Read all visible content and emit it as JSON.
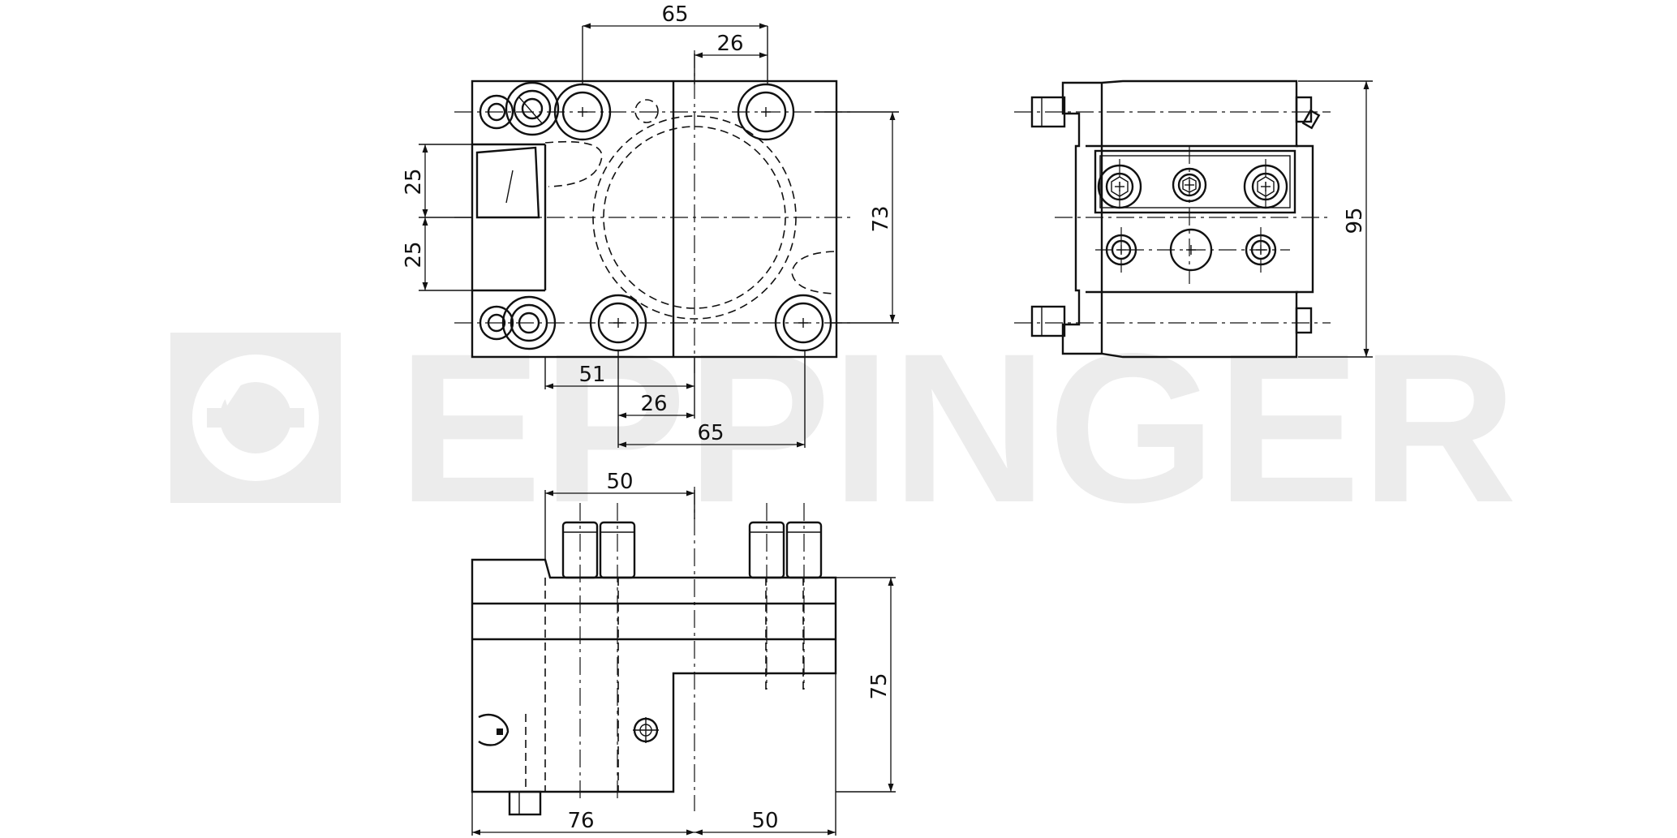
{
  "watermark": {
    "brand": "EPPINGER",
    "color": "#ececec"
  },
  "colors": {
    "line": "#111111",
    "background": "#ffffff"
  },
  "dimensions": {
    "top_view": {
      "overall_width": "65",
      "offset_top": "26",
      "height": "73",
      "left_upper": "25",
      "left_lower": "25",
      "bottom_a": "51",
      "bottom_b": "26",
      "bottom_c": "65"
    },
    "side_view": {
      "height": "95"
    },
    "front_view": {
      "top": "50",
      "height": "75",
      "bottom_left": "76",
      "bottom_right": "50"
    }
  }
}
